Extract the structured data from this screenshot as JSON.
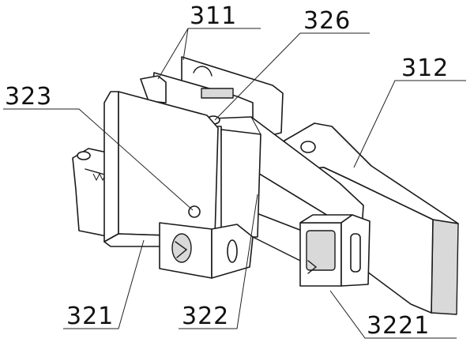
{
  "labels": {
    "l311": "311",
    "l326": "326",
    "l312": "312",
    "l323": "323",
    "l321": "321",
    "l322": "322",
    "l3221": "3221"
  }
}
